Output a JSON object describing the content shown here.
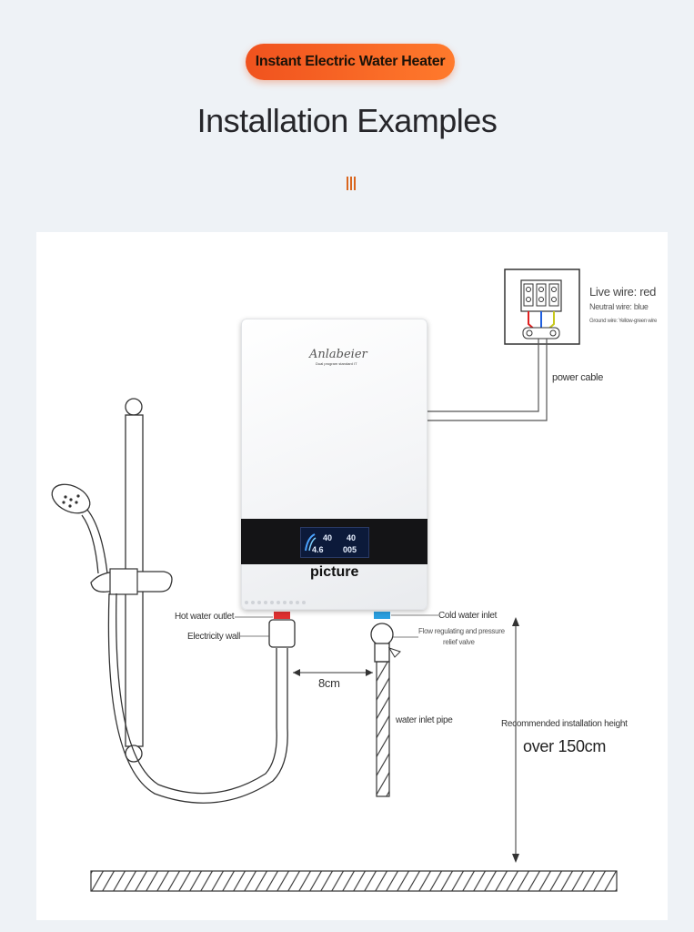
{
  "header": {
    "badge": "Instant Electric Water Heater",
    "title": "Installation Examples"
  },
  "colors": {
    "accent": "#f0521e",
    "title": "#26262a",
    "wire_live": "#e02020",
    "wire_neutral": "#1f5fe0",
    "wire_ground": "#c8c81e",
    "hot_marker": "#e03030",
    "cold_marker": "#2a9fe0"
  },
  "heater": {
    "brand": "Anlabeier",
    "brand_sub": "Dual program standard IT",
    "overlay_label": "picture",
    "display": {
      "left_top": "40",
      "right_top": "40",
      "left_bottom": "4.6",
      "right_bottom": "005"
    }
  },
  "labels": {
    "live_wire": "Live wire: red",
    "neutral_wire": "Neutral wire: blue",
    "ground_wire": "Ground wire: Yellow-green wire",
    "power_cable": "power cable",
    "hot_outlet": "Hot water outlet",
    "electricity_wall": "Electricity wall",
    "cold_inlet": "Cold water inlet",
    "valve_line1": "Flow regulating and pressure",
    "valve_line2": "relief valve",
    "spacing": "8cm",
    "inlet_pipe": "water inlet pipe",
    "rec_height": "Recommended installation height",
    "height_value": "over 150cm"
  }
}
